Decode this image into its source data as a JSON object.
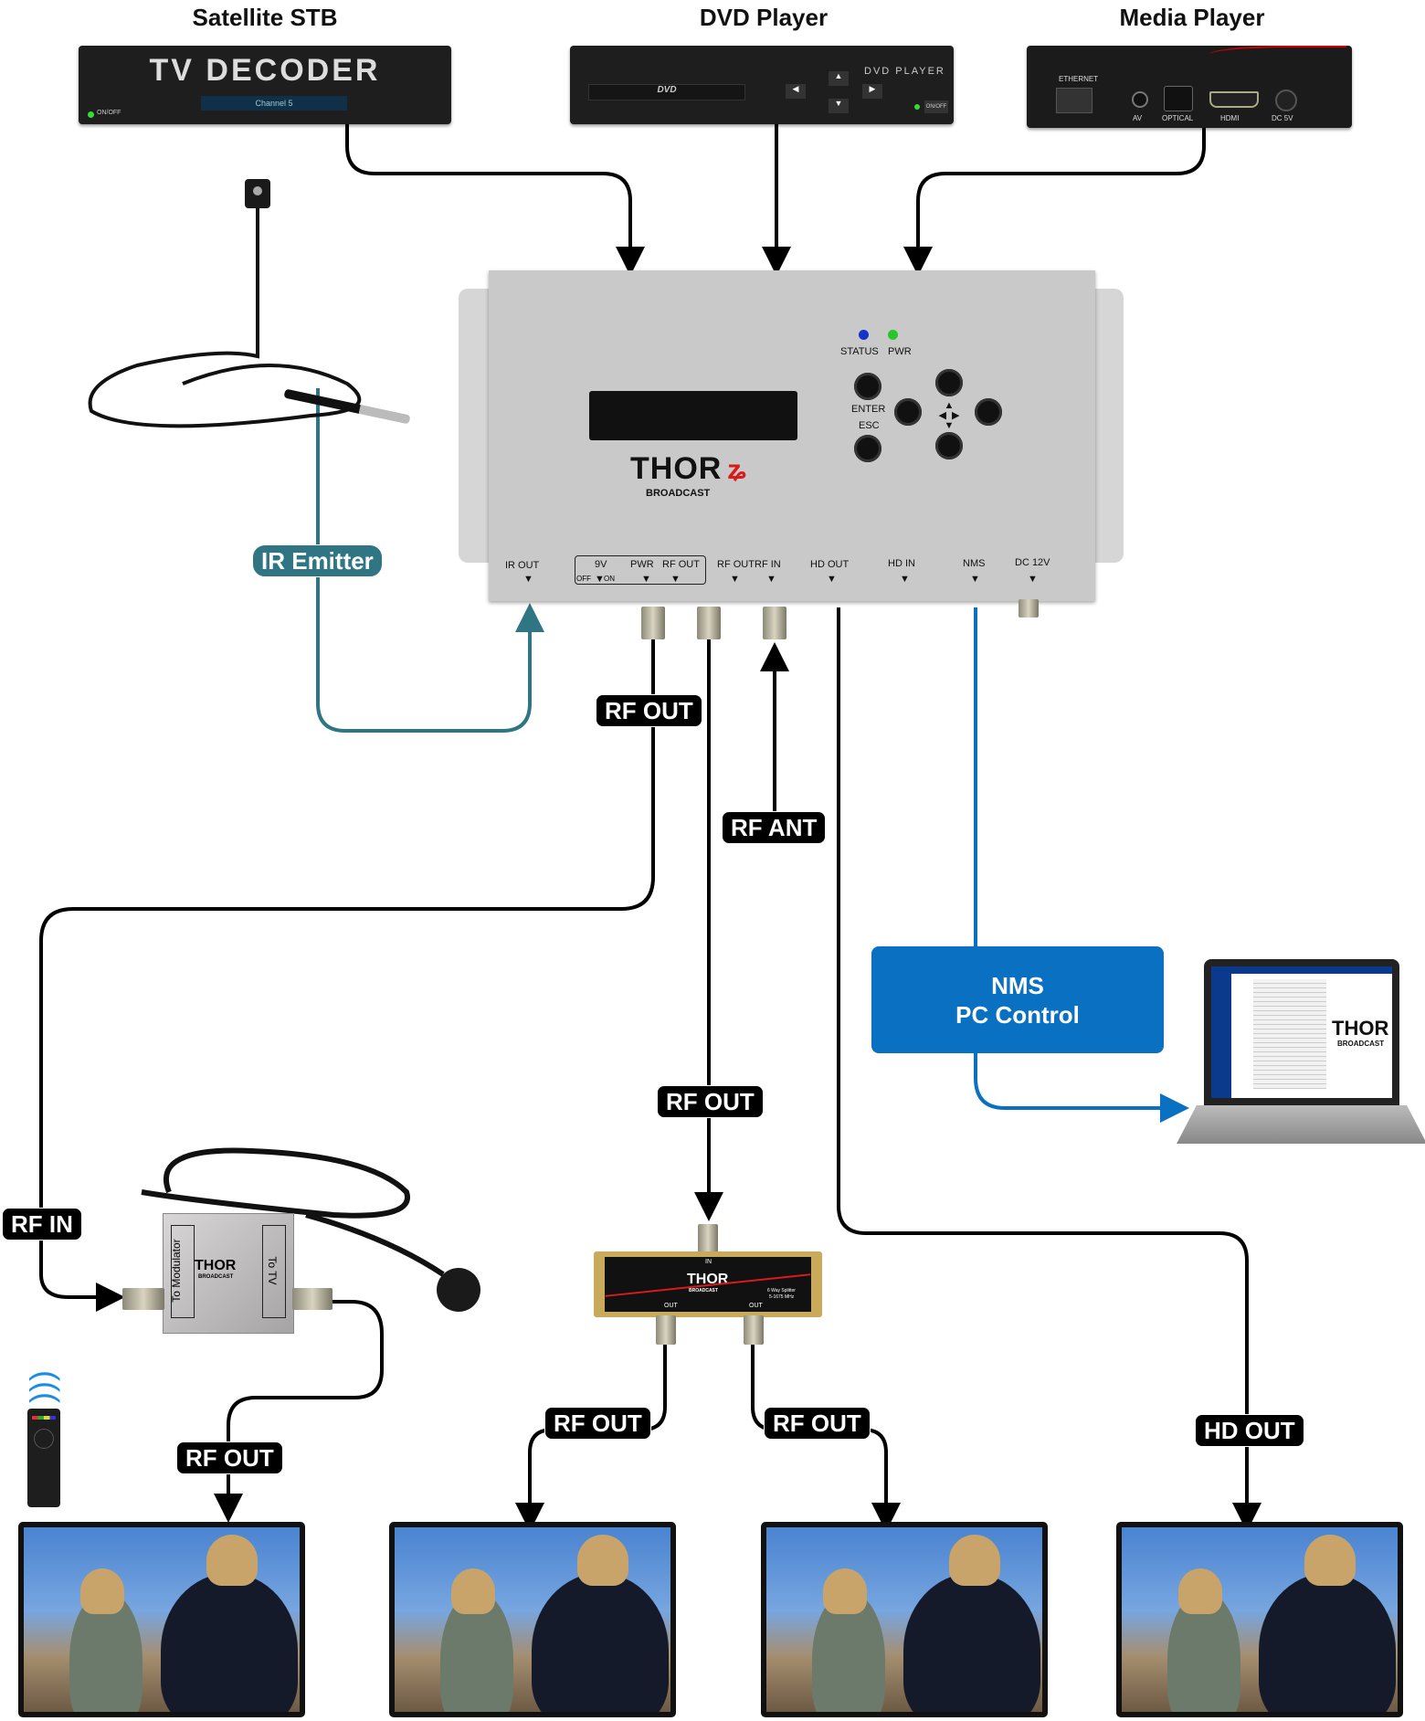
{
  "sources": {
    "satellite": {
      "title": "Satellite STB",
      "brand_text": "TV DECODER",
      "display": "Channel 5",
      "power_label": "ON/OFF"
    },
    "dvd": {
      "title": "DVD Player",
      "brand_text": "DVD PLAYER",
      "logo": "DVD",
      "power_label": "ON/OFF"
    },
    "media": {
      "title": "Media Player",
      "ports": [
        "ETHERNET",
        "AV",
        "OPTICAL",
        "HDMI",
        "DC 5V"
      ]
    }
  },
  "modulator": {
    "leds": [
      "STATUS",
      "PWR"
    ],
    "buttons": [
      "ENTER",
      "ESC"
    ],
    "brand": "THOR",
    "brand_sub": "BROADCAST",
    "ports": [
      "IR OUT",
      "9V",
      "PWR",
      "RF OUT",
      "RF OUT",
      "RF IN",
      "HD OUT",
      "HD IN",
      "NMS",
      "DC 12V"
    ],
    "switch_off": "OFF",
    "switch_on": "ON"
  },
  "labels": {
    "ir_emitter": "IR Emitter",
    "rf_out_1": "RF OUT",
    "rf_ant": "RF ANT",
    "rf_out_2": "RF OUT",
    "rf_in": "RF IN",
    "rf_out_3": "RF OUT",
    "rf_out_4": "RF OUT",
    "rf_out_5": "RF OUT",
    "hd_out": "HD OUT"
  },
  "nms_box": {
    "line1": "NMS",
    "line2": "PC Control"
  },
  "diplexer": {
    "left": "To Modulator",
    "right": "To TV",
    "brand": "THOR",
    "brand_sub": "BROADCAST"
  },
  "splitter": {
    "in": "IN",
    "out": "OUT",
    "brand": "THOR",
    "brand_sub": "BROADCAST",
    "spec1": "6 Way Splitter",
    "spec2": "5-1675 MHz"
  },
  "laptop": {
    "brand": "THOR",
    "brand_sub": "BROADCAST"
  },
  "colors": {
    "wire": "#000000",
    "ir_wire": "#2f7583",
    "nms_wire": "#0a71c2",
    "nms_box": "#0a71c2",
    "brand_red": "#d91b1b"
  }
}
